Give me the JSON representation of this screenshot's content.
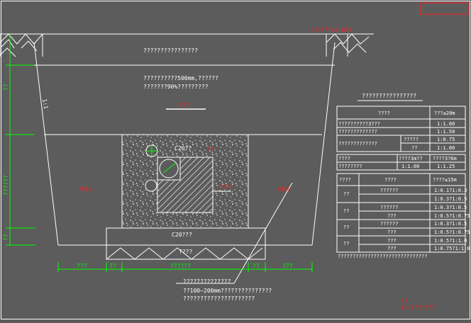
{
  "elevation_label": "??????±0.00?",
  "layers": {
    "top_fill": "????????????????",
    "middle_fill_line1": "??????????500mm,??????",
    "middle_fill_line2": "???????90%?????????",
    "red_marker": "???",
    "concrete_top": "C20??",
    "pipe_red_small": "??",
    "pipe_red_right": "????",
    "compaction_left": "?95%",
    "compaction_right": "?95%",
    "base_concrete": "C20???",
    "bedding": "????"
  },
  "side_labels": {
    "slope": "1:1",
    "dim_top": "??",
    "dim_mid": "??????",
    "dim_bottom": "??"
  },
  "bottom_dims": [
    "???",
    "??",
    "??????",
    "??",
    "???"
  ],
  "notes": {
    "line1": "??????????????",
    "line2": "??100~200mm???????????????",
    "line3": "?????????????????????"
  },
  "corner": {
    "line1": "??",
    "line2": "1:????????"
  },
  "table_title": "????????????????",
  "table1": {
    "header": [
      "????",
      "???≤20m"
    ],
    "rows": [
      {
        "label": "??????????3???",
        "sub": "",
        "value": "1:1.00"
      },
      {
        "label": "?????????????",
        "sub": "",
        "value": "1:1.50"
      },
      {
        "label": "?????????????",
        "sub": "?????",
        "value": "1:0.75"
      },
      {
        "label": "",
        "sub": "??",
        "value": "1:1.00"
      }
    ]
  },
  "table2": {
    "header": [
      "????",
      "????3m??",
      "????3?6m"
    ],
    "row": [
      "????????",
      "1:1.00",
      "1:1.25"
    ]
  },
  "table3": {
    "header": [
      "????",
      "????",
      "????≤15m"
    ],
    "groups": [
      {
        "label": "??",
        "rows": [
          {
            "sub": "??????",
            "value": "1:0.1?1:0.3"
          },
          {
            "sub": "",
            "value": "1:0.3?1:0.5"
          }
        ]
      },
      {
        "label": "??",
        "rows": [
          {
            "sub": "??????",
            "value": "1:0.3?1:0.5"
          },
          {
            "sub": "???",
            "value": "1:0.5?1:0.75"
          }
        ]
      },
      {
        "label": "??",
        "rows": [
          {
            "sub": "??????",
            "value": "1:0.3?1:0.5"
          },
          {
            "sub": "???",
            "value": "1:0.5?1:0.75"
          }
        ]
      },
      {
        "label": "??",
        "rows": [
          {
            "sub": "???",
            "value": "1:0.5?1:1.0"
          },
          {
            "sub": "???",
            "value": "1:0.75?1:1.0"
          }
        ]
      }
    ]
  },
  "table_footer": "??????????????????????????????",
  "colors": {
    "background": "#5c5c5c",
    "line": "#ffffff",
    "dimension": "#00ff00",
    "annotation": "#ff2020",
    "hatch_fill": "#f0f0f0"
  }
}
